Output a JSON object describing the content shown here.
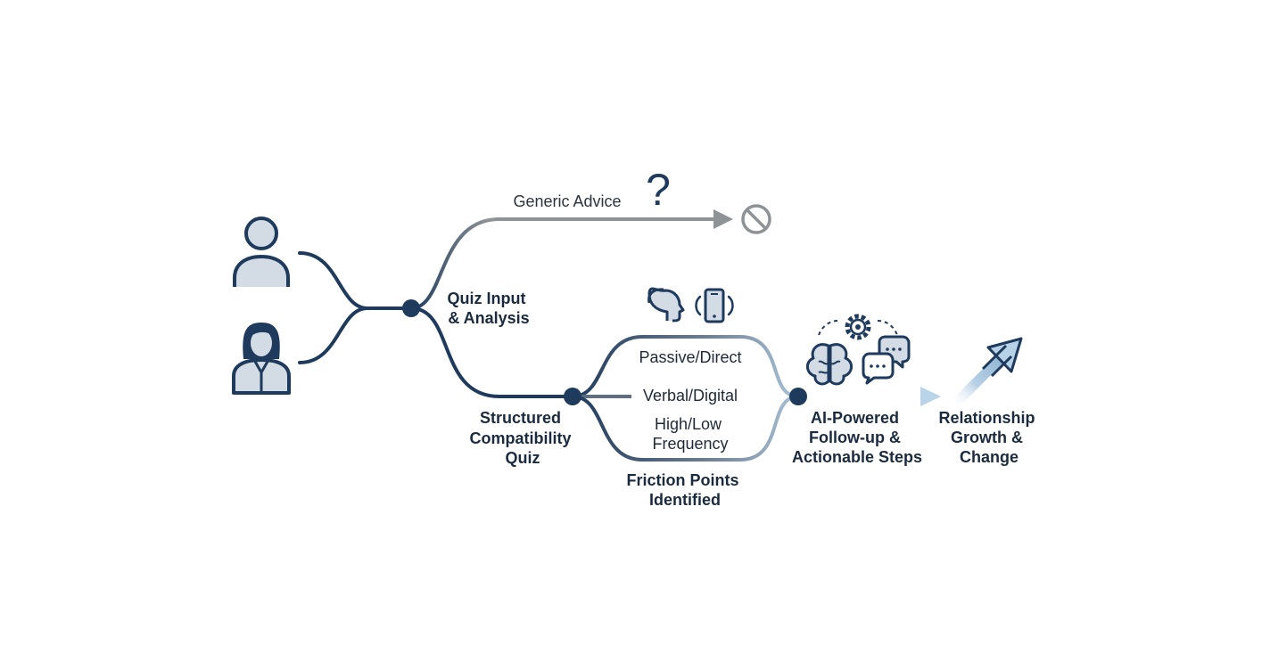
{
  "colors": {
    "navy": "#1e3a5c",
    "gray": "#8e9398",
    "slate": "#55657a",
    "lightblue": "#a9c7e0",
    "icon_fill": "#d3dbe4"
  },
  "labels": {
    "generic_advice": "Generic Advice",
    "question_mark": "?",
    "quiz_input": [
      "Quiz Input",
      "& Analysis"
    ],
    "structured_quiz": [
      "Structured",
      "Compatibility",
      "Quiz"
    ],
    "passive_direct": "Passive/Direct",
    "verbal_digital": "Verbal/Digital",
    "high_low": [
      "High/Low",
      "Frequency"
    ],
    "friction_points": [
      "Friction Points",
      "Identified"
    ],
    "ai_followup": [
      "AI-Powered",
      "Follow-up &",
      "Actionable Steps"
    ],
    "relationship": [
      "Relationship",
      "Growth &",
      "Change"
    ]
  },
  "icons": {
    "person_male": "person-icon",
    "person_female": "woman-icon",
    "blocked": "prohibited-icon",
    "head": "head-profile-icon",
    "phone": "smartphone-vibrate-icon",
    "brain": "brain-icon",
    "gear": "gear-icon",
    "chat": "chat-bubbles-icon",
    "growth_arrow": "growth-arrow-icon"
  }
}
